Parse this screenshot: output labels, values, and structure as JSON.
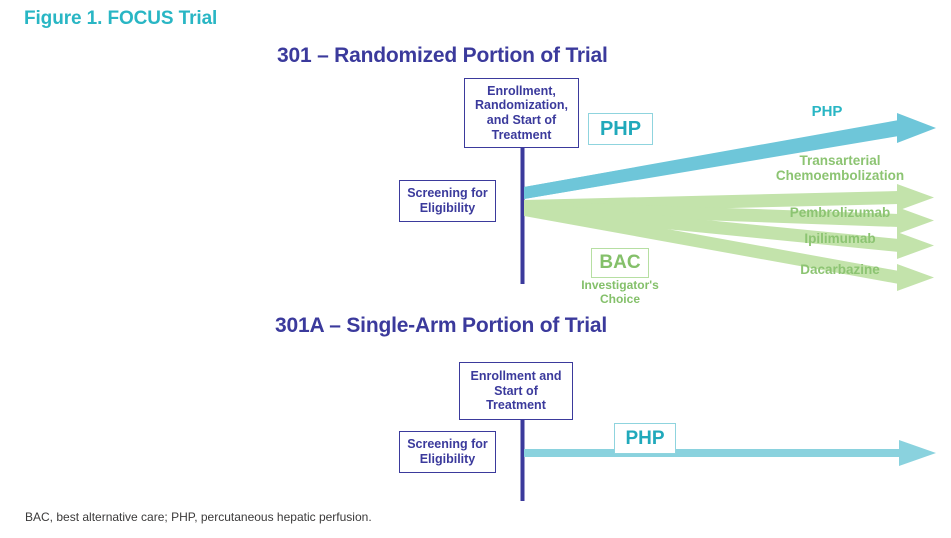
{
  "figure": {
    "title": "Figure 1. FOCUS Trial",
    "footnote": "BAC, best alternative care; PHP, percutaneous hepatic perfusion.",
    "colors": {
      "title_teal": "#29b6c4",
      "heading_purple": "#3b3a9c",
      "arm_teal": "#6ec6d9",
      "arm_green": "#c3e3ab",
      "label_green": "#8cc472",
      "box_border_purple": "#3b3a9c"
    }
  },
  "sections": [
    {
      "id": "301",
      "heading": "301 – Randomized Portion of Trial",
      "boxes": {
        "enrollment": "Enrollment, Randomization, and Start of Treatment",
        "enrollment_lines": [
          "Enrollment,",
          "Randomization,",
          "and Start of",
          "Treatment"
        ],
        "screening": "Screening for Eligibility",
        "screening_lines": [
          "Screening for",
          "Eligibility"
        ]
      },
      "treatment_labels": [
        {
          "name": "php-label-box",
          "text": "PHP"
        },
        {
          "name": "bac-label-box",
          "text": "BAC"
        },
        {
          "name": "bac-subtitle",
          "text": "Investigator's Choice",
          "lines": [
            "Investigator's",
            "Choice"
          ]
        }
      ],
      "arms": [
        {
          "name": "php",
          "label": "PHP",
          "color": "teal",
          "lines": [
            "PHP"
          ]
        },
        {
          "name": "transarterial-chemoembolization",
          "label": "Transarterial Chemoembolization",
          "color": "green",
          "lines": [
            "Transarterial",
            "Chemoembolization"
          ]
        },
        {
          "name": "pembrolizumab",
          "label": "Pembrolizumab",
          "color": "green",
          "lines": [
            "Pembrolizumab"
          ]
        },
        {
          "name": "ipilimumab",
          "label": "Ipilimumab",
          "color": "green",
          "lines": [
            "Ipilimumab"
          ]
        },
        {
          "name": "dacarbazine",
          "label": "Dacarbazine",
          "color": "green",
          "lines": [
            "Dacarbazine"
          ]
        }
      ]
    },
    {
      "id": "301A",
      "heading": "301A – Single-Arm Portion of Trial",
      "boxes": {
        "enrollment": "Enrollment and Start of Treatment",
        "enrollment_lines": [
          "Enrollment and",
          "Start of",
          "Treatment"
        ],
        "screening": "Screening for Eligibility",
        "screening_lines": [
          "Screening for",
          "Eligibility"
        ]
      },
      "treatment_labels": [
        {
          "name": "php-label-box",
          "text": "PHP"
        }
      ],
      "arms": [
        {
          "name": "php",
          "label": "PHP",
          "color": "teal",
          "lines": [
            "PHP"
          ]
        }
      ]
    }
  ]
}
